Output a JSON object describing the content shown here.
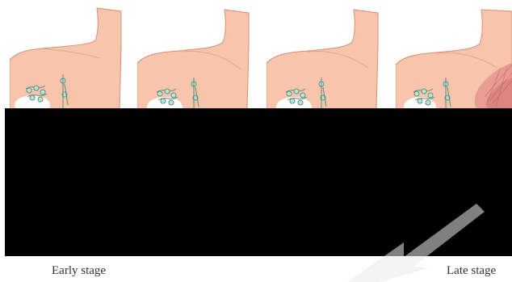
{
  "figure": {
    "stages": [
      {
        "id": "panel-1",
        "invasion_level": 0
      },
      {
        "id": "panel-2",
        "invasion_level": 0
      },
      {
        "id": "panel-3",
        "invasion_level": 0
      },
      {
        "id": "panel-4",
        "invasion_level": 1
      }
    ],
    "colors": {
      "skin": "#f7c4ac",
      "skin_outline": "#d98f77",
      "lymph_node": "#bfe4d6",
      "lymph_outline": "#5a8f80",
      "tumor": "#d66f78",
      "redaction": "#000000"
    }
  },
  "captions": {
    "early": "Early stage",
    "late": "Late stage"
  }
}
